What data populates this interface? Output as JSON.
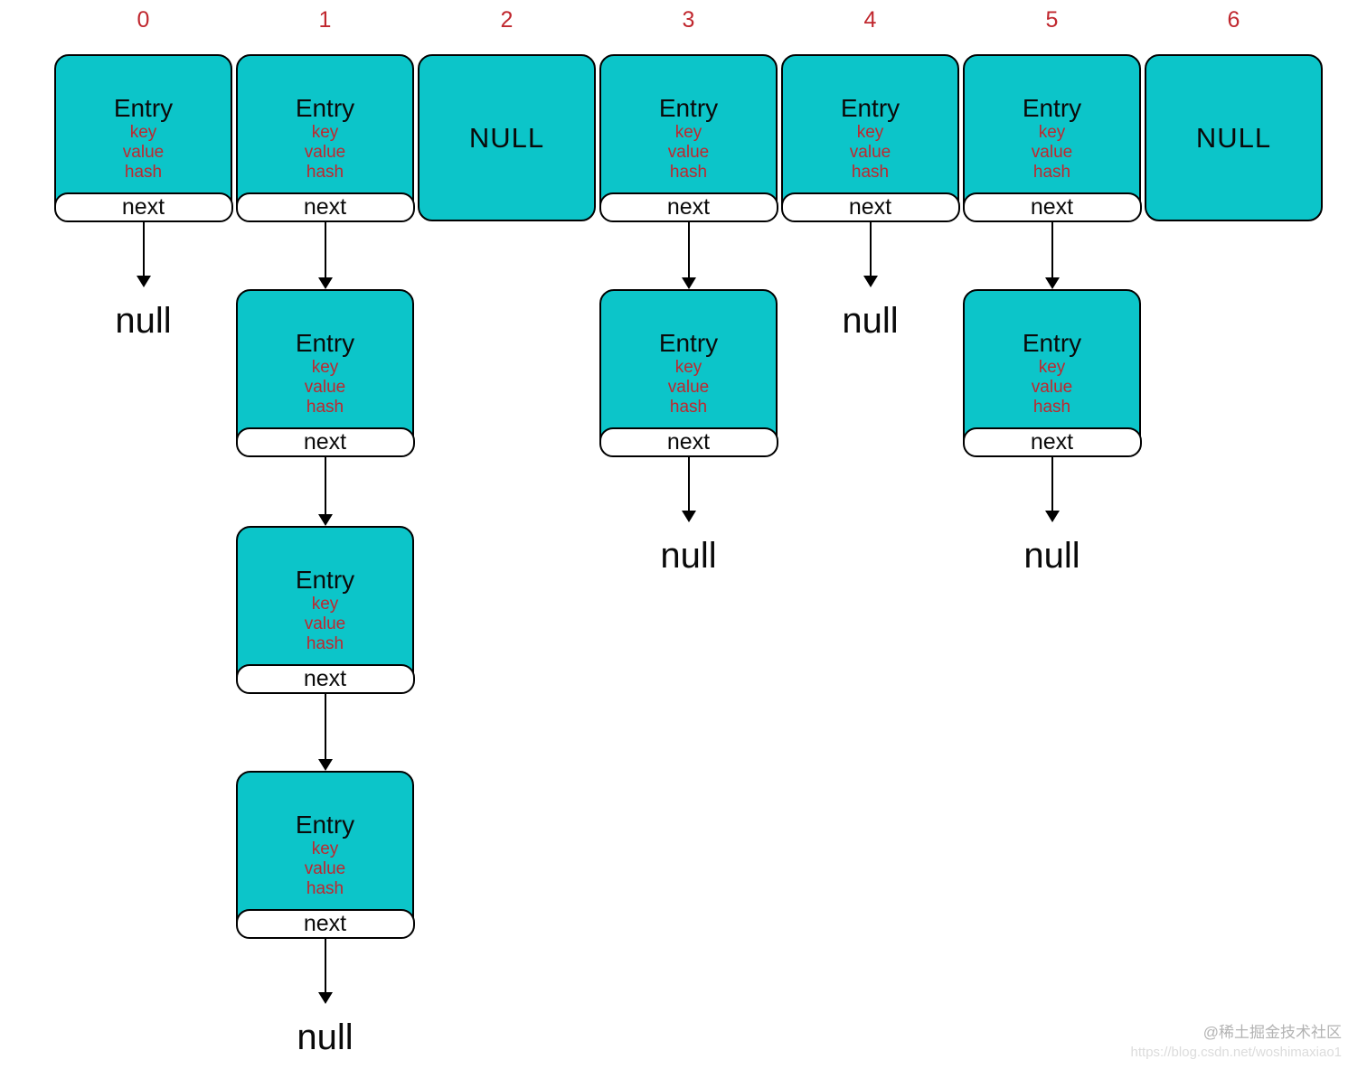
{
  "diagram": {
    "node_template": {
      "title": "Entry",
      "fields": [
        "key",
        "value",
        "hash"
      ],
      "next_label": "next"
    },
    "null_bucket_label": "NULL",
    "null_terminator_label": "null",
    "buckets": [
      {
        "index": "0",
        "type": "entry-chain",
        "entries": 1,
        "terminates_in": "null"
      },
      {
        "index": "1",
        "type": "entry-chain",
        "entries": 4,
        "terminates_in": "null"
      },
      {
        "index": "2",
        "type": "null-bucket"
      },
      {
        "index": "3",
        "type": "entry-chain",
        "entries": 2,
        "terminates_in": "null"
      },
      {
        "index": "4",
        "type": "entry-chain",
        "entries": 1,
        "terminates_in": "null"
      },
      {
        "index": "5",
        "type": "entry-chain",
        "entries": 2,
        "terminates_in": "null"
      },
      {
        "index": "6",
        "type": "null-bucket"
      }
    ]
  },
  "colors": {
    "node_fill": "#0cc5c9",
    "accent_red": "#c0272e",
    "border": "#000000",
    "next_slot_fill": "#ffffff"
  },
  "watermark": {
    "line1": "@稀土掘金技术社区",
    "line2": "https://blog.csdn.net/woshimaxiao1"
  }
}
